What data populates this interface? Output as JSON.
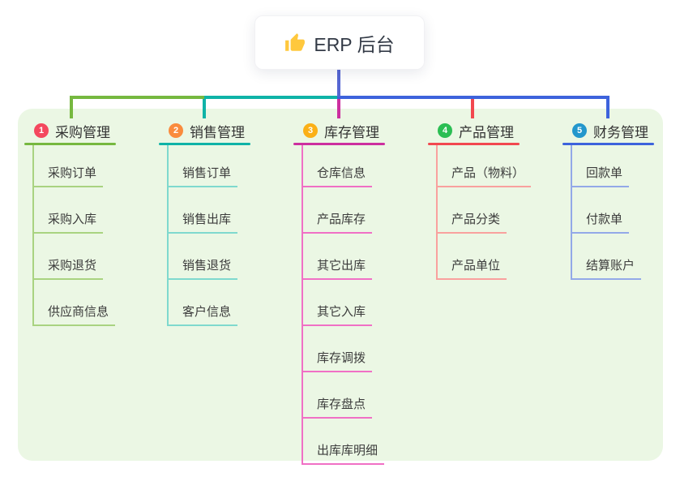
{
  "root": {
    "icon": "thumbs-up-icon",
    "title": "ERP 后台"
  },
  "panel": {
    "bg_color": "#EBF7E4"
  },
  "connector": {
    "root_color": "#5667D3"
  },
  "branches": [
    {
      "num": "1",
      "label": "采购管理",
      "badge_color": "#F4485E",
      "line_color": "#76B83F",
      "child_line_color": "#A9D380",
      "children": [
        "采购订单",
        "采购入库",
        "采购退货",
        "供应商信息"
      ]
    },
    {
      "num": "2",
      "label": "销售管理",
      "badge_color": "#FA8B3D",
      "line_color": "#0FB3A7",
      "child_line_color": "#7FD9CE",
      "children": [
        "销售订单",
        "销售出库",
        "销售退货",
        "客户信息"
      ]
    },
    {
      "num": "3",
      "label": "库存管理",
      "badge_color": "#FBB017",
      "line_color": "#CC2F9F",
      "child_line_color": "#F070C5",
      "children": [
        "仓库信息",
        "产品库存",
        "其它出库",
        "其它入库",
        "库存调拨",
        "库存盘点",
        "出库库明细"
      ]
    },
    {
      "num": "4",
      "label": "产品管理",
      "badge_color": "#2BBE53",
      "line_color": "#F2484F",
      "child_line_color": "#F9A19E",
      "children": [
        "产品（物料）",
        "产品分类",
        "产品单位"
      ]
    },
    {
      "num": "5",
      "label": "财务管理",
      "badge_color": "#2397CC",
      "line_color": "#3D63DC",
      "child_line_color": "#93A9E8",
      "children": [
        "回款单",
        "付款单",
        "结算账户"
      ]
    }
  ]
}
